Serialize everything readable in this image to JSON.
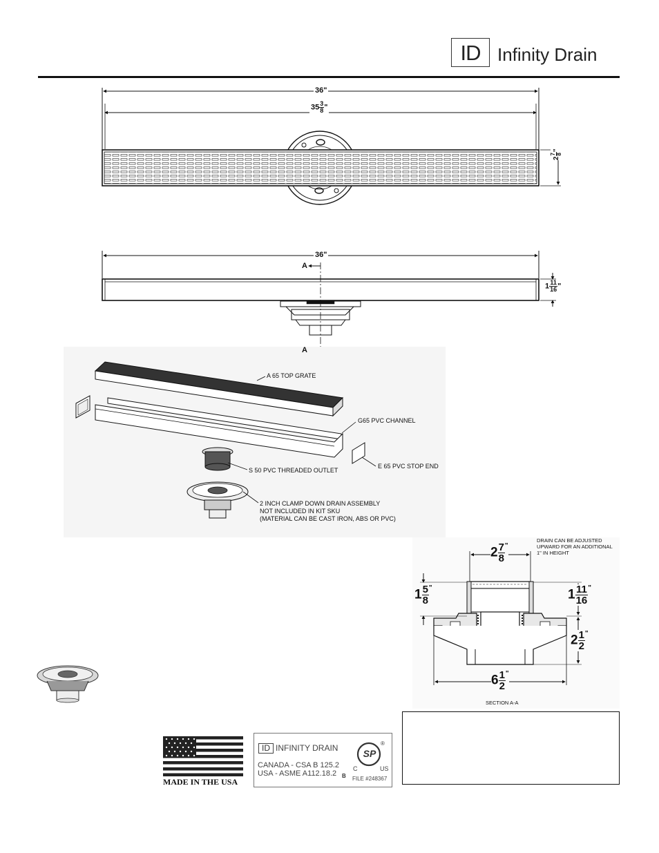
{
  "header": {
    "logo_mark": "ID",
    "brand_name": "Infinity Drain"
  },
  "top_view": {
    "overall_length": "36\"",
    "grate_length_whole": "35",
    "grate_length_num": "3",
    "grate_length_den": "8",
    "width_whole": "2",
    "width_num": "7",
    "width_den": "8"
  },
  "side_view": {
    "overall_length": "36\"",
    "section_mark": "A",
    "height_whole": "1",
    "height_num": "11",
    "height_den": "16"
  },
  "exploded_view": {
    "labels": [
      "A 65 TOP GRATE",
      "G65 PVC CHANNEL",
      "S 50 PVC THREADED OUTLET",
      "E 65 PVC STOP END"
    ],
    "drain_note": [
      "2 INCH CLAMP DOWN DRAIN ASSEMBLY",
      "NOT INCLUDED IN KIT SKU",
      "(MATERIAL CAN BE CAST IRON, ABS OR PVC)"
    ]
  },
  "section_view": {
    "note": [
      "DRAIN CAN BE ADJUSTED",
      "UPWARD FOR AN ADDITIONAL",
      "1\" IN HEIGHT"
    ],
    "top_width": {
      "whole": "2",
      "num": "7",
      "den": "8"
    },
    "left_height": {
      "whole": "1",
      "num": "5",
      "den": "8"
    },
    "right_height": {
      "whole": "1",
      "num": "11",
      "den": "16"
    },
    "body_height": {
      "whole": "2",
      "num": "1",
      "den": "2"
    },
    "base_width": {
      "whole": "6",
      "num": "1",
      "den": "2"
    },
    "caption": "SECTION A-A"
  },
  "badges": {
    "made_in_usa": "MADE IN THE USA",
    "cert_brand": "INFINITY DRAIN",
    "cert_logo_mark": "ID",
    "cert_canada": "CANADA - CSA B 125.2",
    "cert_usa": "USA - ASME A112.18.2",
    "cert_class": "B",
    "csa_mark": "SP",
    "csa_c": "C",
    "csa_us": "US",
    "csa_reg": "®",
    "csa_file": "FILE #248367"
  },
  "colors": {
    "line": "#111111",
    "flag_red": "#b22234",
    "flag_blue": "#3c3b6e"
  }
}
